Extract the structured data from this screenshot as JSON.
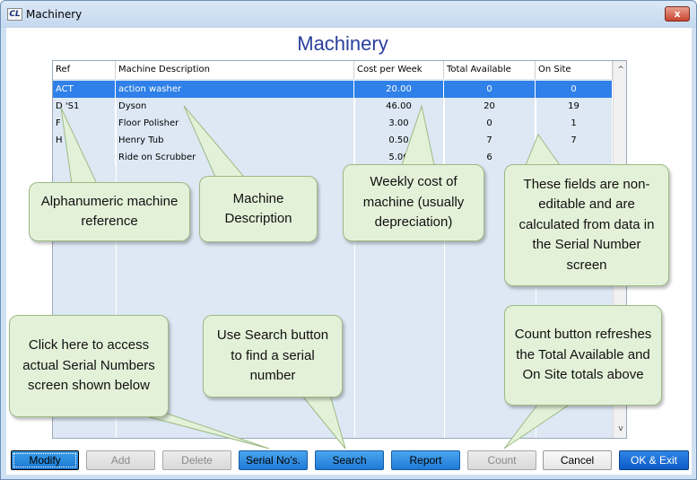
{
  "window": {
    "title": "Machinery",
    "app_icon_text": "CL",
    "close_glyph": "x"
  },
  "heading": "Machinery",
  "grid": {
    "columns": [
      "Ref",
      "Machine Description",
      "Cost per Week",
      "Total Available",
      "On Site"
    ],
    "rows": [
      {
        "ref": "ACT",
        "desc": "action washer",
        "cost": "20.00",
        "total": "0",
        "onsite": "0",
        "selected": true
      },
      {
        "ref": "D 'S1",
        "desc": "Dyson",
        "cost": "46.00",
        "total": "20",
        "onsite": "19",
        "selected": false
      },
      {
        "ref": "F",
        "desc": "Floor Polisher",
        "cost": "3.00",
        "total": "0",
        "onsite": "1",
        "selected": false
      },
      {
        "ref": "H",
        "desc": "Henry Tub",
        "cost": "0.50",
        "total": "7",
        "onsite": "7",
        "selected": false
      },
      {
        "ref": "",
        "desc": "Ride on Scrubber",
        "cost": "5.00",
        "total": "6",
        "onsite": "",
        "selected": false
      }
    ],
    "scroll_up": "^",
    "scroll_down": "v"
  },
  "callouts": {
    "ref": "Alphanumeric machine reference",
    "desc": "Machine Description",
    "cost": "Weekly cost of machine (usually depreciation)",
    "calc": "These fields are non-editable and are calculated from data in the Serial Number screen",
    "serial": "Click here to access actual Serial Numbers screen shown below",
    "search": "Use Search button to find a serial number",
    "count": "Count button refreshes the Total Available and On Site totals above"
  },
  "buttons": {
    "modify": "Modify",
    "add": "Add",
    "delete": "Delete",
    "serial": "Serial No's.",
    "search": "Search",
    "report": "Report",
    "count": "Count",
    "cancel": "Cancel",
    "ok_exit": "OK & Exit"
  },
  "colors": {
    "selection": "#2f80e8",
    "grid_bg": "#dde8f4",
    "heading": "#2a3f9e",
    "callout_bg": "#e4f1d9"
  }
}
